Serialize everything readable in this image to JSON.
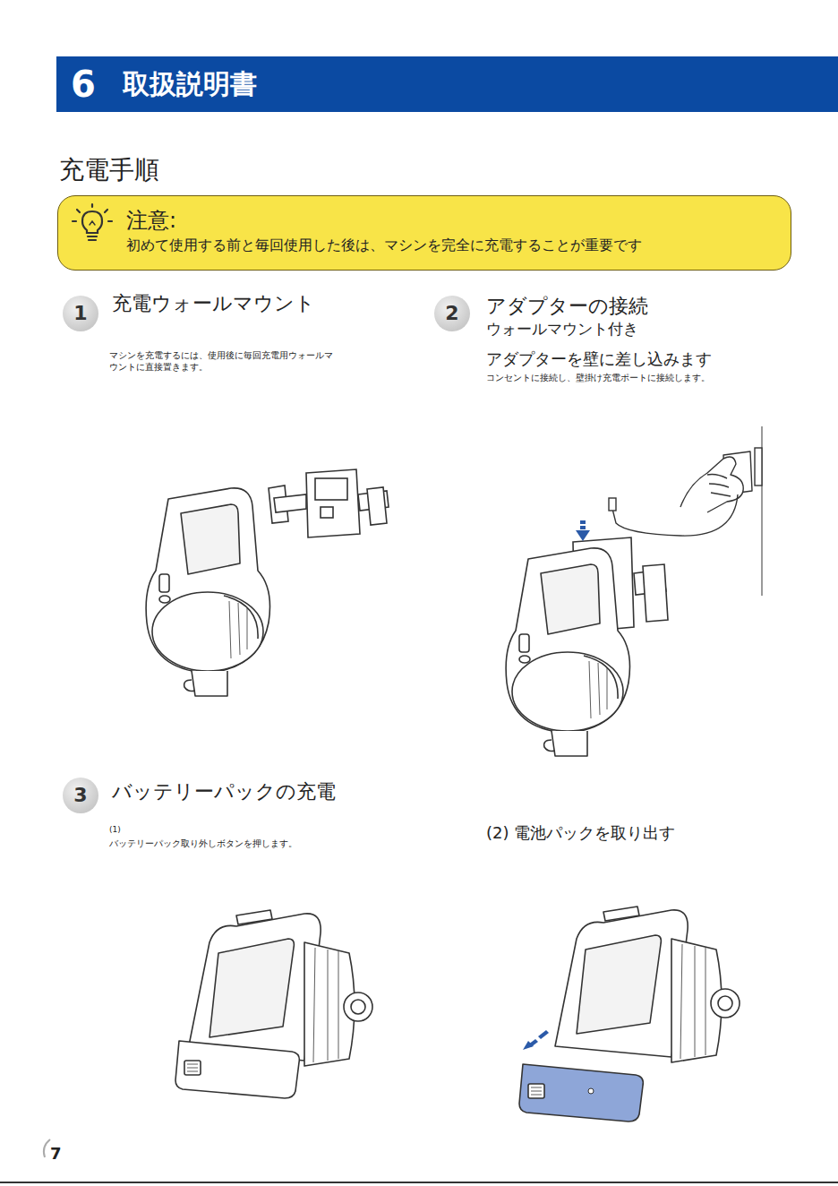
{
  "diagram": {
    "title": "充電手順",
    "nodes": [
      {
        "text": [
          "6",
          "取扱説明書"
        ]
      },
      {
        "text": [
          "注意:",
          "初めて使用する前と毎回使用した後は、マシンを完全に充電することが重要です"
        ]
      },
      {
        "text": [
          "1"
        ]
      },
      {
        "text": [
          "2"
        ]
      },
      {
        "text": [
          "3"
        ]
      }
    ],
    "edges": [],
    "labels": [
      "充電ウォールマウント",
      "マシンを充電するには、使用後に毎回充電用ウォールマウントに直接置きます。",
      "アダプターの接続",
      "ウォールマウント付き",
      "アダプターを壁に差し込みます",
      "コンセントに接続し、壁掛け充電ポートに接続します。",
      "バッテリーパックの充電",
      "(1)",
      "バッテリーパック取り外しボタンを押します。",
      "(2) 電池パックを取り出す",
      "7"
    ]
  }
}
